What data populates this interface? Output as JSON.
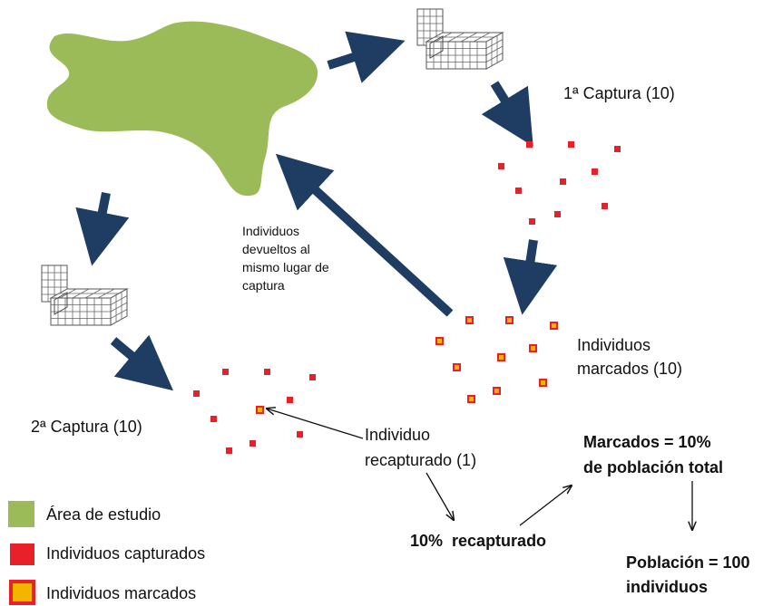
{
  "labels": {
    "first_capture": "1ª Captura (10)",
    "second_capture": "2ª Captura (10)",
    "returned": [
      "Individuos",
      "devueltos al",
      "mismo lugar de",
      "captura"
    ],
    "marked": [
      "Individuos",
      "marcados (10)"
    ],
    "recaptured": [
      "Individuo",
      "recapturado (1)"
    ],
    "pct_recaptured": "10%  recapturado",
    "marked_pct": [
      "Marcados = 10%",
      "de población total"
    ],
    "population": [
      "Población = 100",
      "individuos"
    ]
  },
  "legend": [
    {
      "label": "Área de estudio",
      "swatch": "study-area"
    },
    {
      "label": "Individuos capturados",
      "swatch": "captured"
    },
    {
      "label": "Individuos marcados",
      "swatch": "marked"
    }
  ],
  "colors": {
    "study_area": "#9bbb59",
    "captured": "#e8202a",
    "marked_fill": "#f5b400",
    "marked_border": "#e8202a",
    "arrow": "#1f3d63",
    "trap": "#555555"
  },
  "icons": [
    "trap-icon",
    "trap-icon"
  ]
}
